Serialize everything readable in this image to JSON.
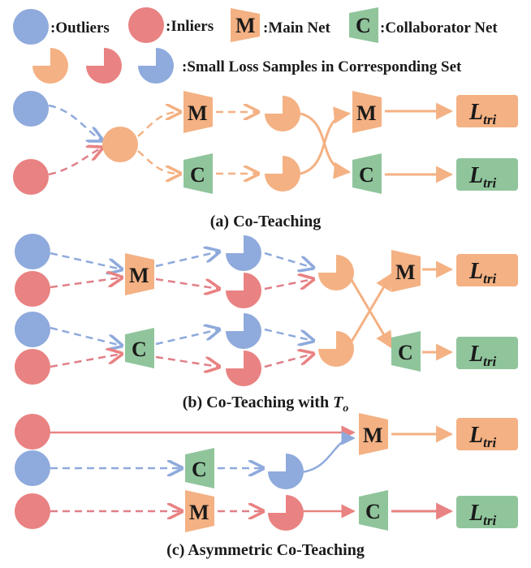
{
  "colors": {
    "outlier": "#8faadc",
    "inlier": "#e98282",
    "main": "#f4b183",
    "collaborator": "#90c59c",
    "arrow_orange": "#f4b183",
    "arrow_red": "#e98282",
    "arrow_blue": "#8faadc",
    "arrow_red_dash": "#e07f88"
  },
  "legend": {
    "outliers": ":Outliers",
    "inliers": ":Inliers",
    "main_net": ":Main Net",
    "collaborator_net": ":Collaborator Net",
    "small_loss": ":Small Loss Samples in Corresponding Set"
  },
  "nets": {
    "main_letter": "M",
    "collab_letter": "C"
  },
  "loss": {
    "base": "L",
    "sub": "tri"
  },
  "captions": {
    "a": "(a) Co-Teaching",
    "b_prefix": "(b) Co-Teaching with ",
    "b_T": "T",
    "b_sub": "o",
    "c": "(c) Asymmetric Co-Teaching"
  }
}
